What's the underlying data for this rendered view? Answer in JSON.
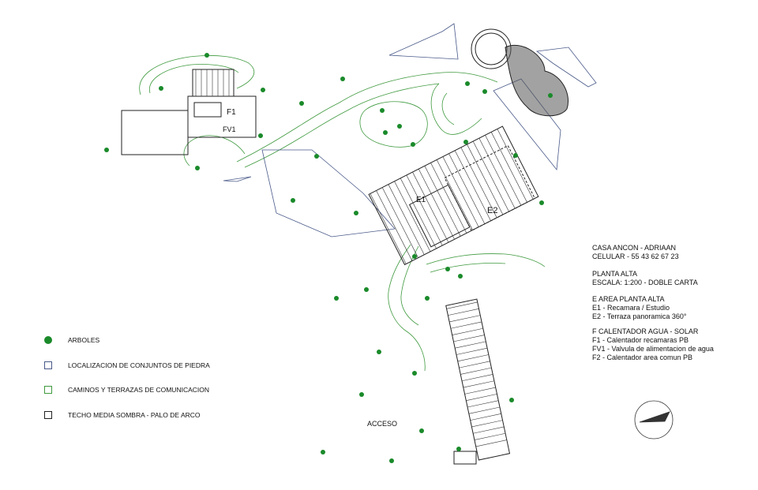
{
  "plan": {
    "labels": {
      "f1": "F1",
      "fv1": "FV1",
      "e1": "E1",
      "e2": "E2",
      "acceso": "ACCESO"
    },
    "info": {
      "project": "CASA ANCON - ADRIAAN",
      "phone": "CELULAR - 55 43 62 67 23",
      "level": "PLANTA ALTA",
      "scale": "ESCALA: 1:200 - DOBLE CARTA",
      "e_title": "E AREA PLANTA ALTA",
      "e1": "E1 - Recamara / Estudio",
      "e2": "E2 - Terraza panoramica 360°",
      "f_title": "F CALENTADOR AGUA - SOLAR",
      "f1": "F1 - Calentador recamaras PB",
      "fv1": "FV1 - Valvula de alimentacion de agua",
      "f2": "F2 - Calentador area comun PB"
    },
    "legend": [
      {
        "label": "ARBOLES",
        "symbol": "tree-dot-icon"
      },
      {
        "label": "LOCALIZACION DE CONJUNTOS DE PIEDRA",
        "symbol": "stone-square-icon"
      },
      {
        "label": "CAMINOS Y TERRAZAS DE COMUNICACION",
        "symbol": "path-square-icon"
      },
      {
        "label": "TECHO MEDIA SOMBRA - PALO DE ARCO",
        "symbol": "roof-square-icon"
      }
    ],
    "colors": {
      "tree": "#1a8a2a",
      "path": "#3f9a3f",
      "stone": "#4a5a8a",
      "structure": "#222222"
    }
  }
}
